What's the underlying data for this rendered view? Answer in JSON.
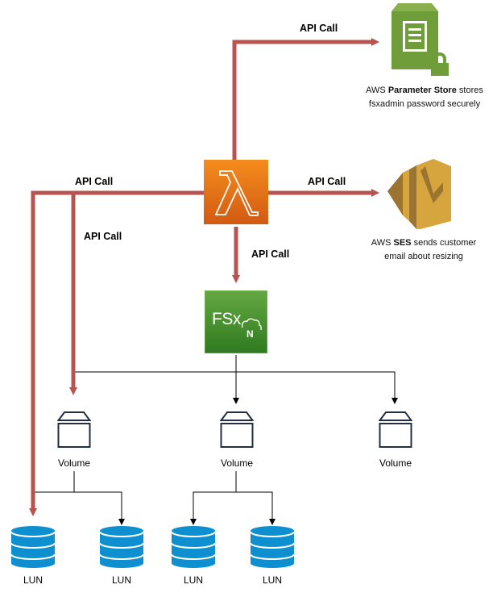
{
  "colors": {
    "api_arrow": "#b85450",
    "connector": "#000000",
    "lambda_top": "#f58c1c",
    "lambda_bottom": "#d15a13",
    "fsx_top": "#64a842",
    "fsx_bottom": "#2f7a1f",
    "param_store": "#6e9d3a",
    "ses": "#d6a53d",
    "lun": "#0d8fd0",
    "volume_stroke": "#232f3e"
  },
  "edges": {
    "to_param_store": "API Call",
    "to_ses": "API Call",
    "to_fsx": "API Call",
    "to_lun": "API Call",
    "to_volume": "API Call"
  },
  "nodes": {
    "lambda": {
      "icon": "lambda-icon"
    },
    "fsx": {
      "icon": "fsx-netapp-icon"
    },
    "param_store": {
      "icon": "parameter-store-icon",
      "caption_prefix": "AWS ",
      "caption_bold": "Parameter Store",
      "caption_suffix": " stores",
      "caption_line2": "fsxadmin password securely"
    },
    "ses": {
      "icon": "ses-icon",
      "caption_prefix": "AWS ",
      "caption_bold": "SES",
      "caption_suffix": " sends customer",
      "caption_line2": "email about resizing"
    },
    "volumes": [
      {
        "label": "Volume"
      },
      {
        "label": "Volume"
      },
      {
        "label": "Volume"
      }
    ],
    "luns": [
      {
        "label": "LUN"
      },
      {
        "label": "LUN"
      },
      {
        "label": "LUN"
      },
      {
        "label": "LUN"
      }
    ]
  }
}
